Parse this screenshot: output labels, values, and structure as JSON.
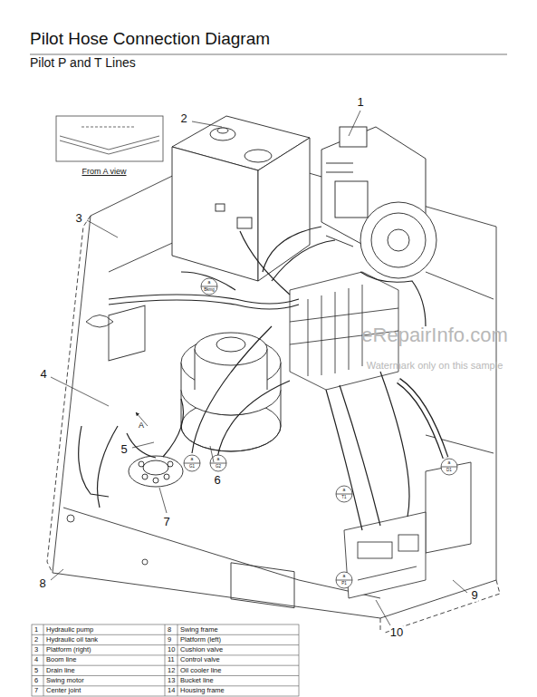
{
  "diagram": {
    "title": "Pilot Hose Connection Diagram",
    "labels": [
      "Pilot P and T Lines",
      "From A view",
      "1",
      "2",
      "3",
      "4",
      "5",
      "6",
      "7",
      "8",
      "9",
      "10",
      "A",
      "a",
      "Bkmg",
      "a",
      "G1",
      "a",
      "G2",
      "a",
      "T1",
      "a",
      "D1",
      "a",
      "P1",
      "eRepairInfo.com",
      "Watermark only on this sample",
      "1",
      "Hydraulic pump",
      "8",
      "Swing frame",
      "2",
      "Hydraulic oil tank",
      "9",
      "Platform (left)",
      "3",
      "Platform (right)",
      "10",
      "Cushion valve",
      "4",
      "Boom line",
      "11",
      "Control valve",
      "5",
      "Drain line",
      "12",
      "Oil cooler line",
      "6",
      "Swing motor",
      "13",
      "Bucket line",
      "7",
      "Center joint",
      "14",
      "Housing frame"
    ]
  }
}
